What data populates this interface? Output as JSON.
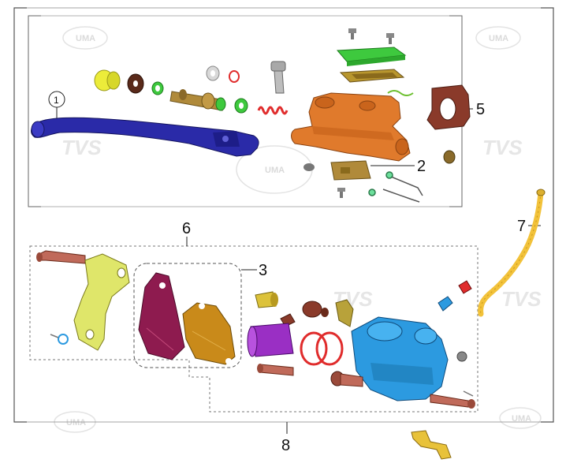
{
  "callouts": {
    "c1": "1",
    "c2": "2",
    "c3": "3",
    "c5": "5",
    "c6": "6",
    "c7": "7",
    "c8": "8"
  },
  "watermarks": {
    "brand": "TVS",
    "logo": "UMA"
  },
  "colors": {
    "lever": "#2a2aa8",
    "master_cylinder": "#e07a2c",
    "reservoir_cap": "#3ec93e",
    "caliper": "#2c9ae0",
    "bracket": "#dfe66a",
    "brake_pad_1": "#8e1b4f",
    "brake_pad_2": "#c98a1a",
    "piston": "#9a2fc4",
    "hose": "#f2c23a",
    "clamp": "#8a3a2a",
    "seal_red": "#e02c2c"
  }
}
